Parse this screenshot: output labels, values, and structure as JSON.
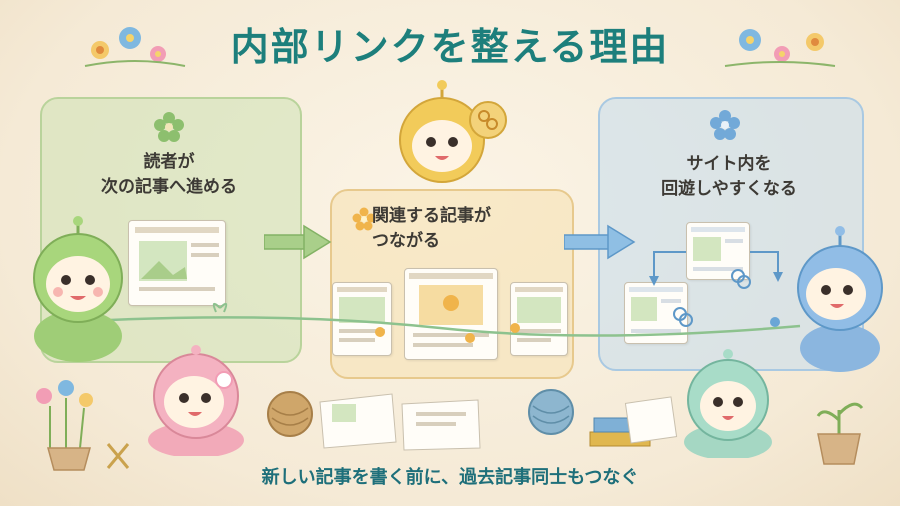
{
  "title": "内部リンクを整える理由",
  "panels": {
    "left": {
      "line1": "読者が",
      "line2": "次の記事へ進める"
    },
    "middle": {
      "line1": "関連する記事が",
      "line2": "つながる"
    },
    "right": {
      "line1": "サイト内を",
      "line2": "回遊しやすくなる"
    }
  },
  "bottom_text": "新しい記事を書く前に、過去記事同士もつなぐ",
  "colors": {
    "title": "#1d7f7c",
    "left_panel": "#cde2b4",
    "middle_panel": "#f6e4ba",
    "right_panel": "#c4dcee",
    "arrow_green": "#8dbf6e",
    "arrow_blue": "#6aa6d6"
  }
}
